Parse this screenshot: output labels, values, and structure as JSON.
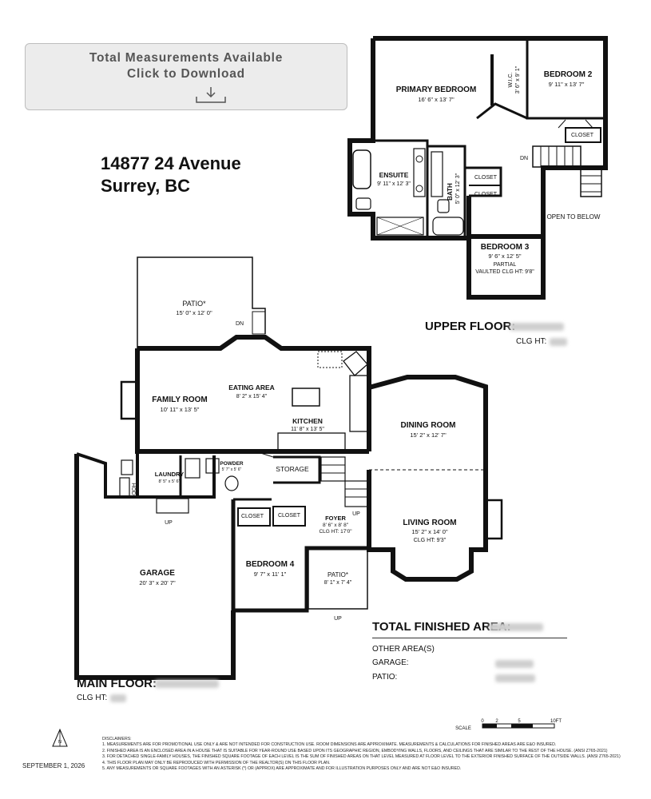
{
  "download": {
    "line1": "Total Measurements Available",
    "line2": "Click to Download",
    "icon": "download-icon"
  },
  "address": {
    "street": "14877 24 Avenue",
    "city": "Surrey, BC"
  },
  "rooms": {
    "primary_bedroom": {
      "name": "PRIMARY BEDROOM",
      "dims": "16' 6\" x 13' 7\""
    },
    "wic": {
      "name": "W.I.C.",
      "dims": "3' 6\" x 9' 1\""
    },
    "bedroom2": {
      "name": "BEDROOM 2",
      "dims": "9' 11\" x 13' 7\""
    },
    "ensuite": {
      "name": "ENSUITE",
      "dims": "9' 11\" x 12' 3\""
    },
    "bath": {
      "name": "BATH",
      "dims": "5' 0\" x 12' 3\""
    },
    "bedroom3": {
      "name": "BEDROOM 3",
      "dims": "9' 6\" x 12' 5\"",
      "note1": "PARTIAL",
      "note2": "VAULTED CLG HT: 9'8\""
    },
    "patio_upper": {
      "name": "PATIO*",
      "dims": "15' 0\" x 12' 0\""
    },
    "eating_area": {
      "name": "EATING AREA",
      "dims": "8' 2\" x 15' 4\""
    },
    "family_room": {
      "name": "FAMILY ROOM",
      "dims": "10' 11\" x 13' 5\""
    },
    "kitchen": {
      "name": "KITCHEN",
      "dims": "11' 8\" x 13' 5\""
    },
    "dining_room": {
      "name": "DINING ROOM",
      "dims": "15' 2\" x 12' 7\""
    },
    "laundry": {
      "name": "LAUNDRY",
      "dims": "8' 5\" x 5' 6\""
    },
    "powder": {
      "name": "POWDER",
      "dims": "5' 7\" x 5' 6\""
    },
    "storage": {
      "name": "STORAGE"
    },
    "foyer": {
      "name": "FOYER",
      "dims": "8' 6\" x 8' 8\"",
      "clg": "CLG HT: 17'0\""
    },
    "living_room": {
      "name": "LIVING ROOM",
      "dims": "15' 2\" x 14' 0\"",
      "clg": "CLG HT: 9'3\""
    },
    "garage": {
      "name": "GARAGE",
      "dims": "20' 3\" x 20' 7\""
    },
    "bedroom4": {
      "name": "BEDROOM 4",
      "dims": "9' 7\" x 11' 1\""
    },
    "patio_front": {
      "name": "PATIO*",
      "dims": "8' 1\" x 7' 4\""
    }
  },
  "labels": {
    "closet": "CLOSET",
    "dn": "DN",
    "up": "UP",
    "open_to_below": "OPEN TO BELOW",
    "hod": "HOD"
  },
  "upper_floor": {
    "title": "UPPER FLOOR:",
    "clg": "CLG HT:"
  },
  "main_floor": {
    "title": "MAIN FLOOR:",
    "clg": "CLG HT:"
  },
  "totals": {
    "title": "TOTAL FINISHED AREA:",
    "other": "OTHER AREA(S)",
    "garage": "GARAGE:",
    "patio": "PATIO:"
  },
  "scale": {
    "label": "SCALE",
    "t0": "0",
    "t2": "2",
    "t5": "5",
    "t10": "10FT"
  },
  "north": "N",
  "date": "SEPTEMBER 1, 2026",
  "disclaimers": {
    "title": "DISCLAIMERS:",
    "d1": "1. MEASUREMENTS ARE FOR PROMOTIONAL USE ONLY & ARE NOT INTENDED FOR CONSTRUCTION USE. ROOM DIMENSIONS ARE APPROXIMATE. MEASUREMENTS & CALCULATIONS FOR FINISHED AREAS ARE E&O INSURED.",
    "d2": "2. FINISHED AREA IS AN ENCLOSED AREA IN A HOUSE THAT IS SUITABLE FOR YEAR-ROUND USE BASED UPON ITS GEOGRAPHIC REGION, EMBODYING WALLS, FLOORS, AND CEILINGS THAT ARE SIMILAR TO THE REST OF THE HOUSE. (ANSI Z765-2021)",
    "d3": "3. FOR DETACHED SINGLE-FAMILY HOUSES, THE FINISHED SQUARE FOOTAGE OF EACH LEVEL IS THE SUM OF FINISHED AREAS ON THAT LEVEL MEASURED AT FLOOR LEVEL TO THE EXTERIOR FINISHED SURFACE OF THE OUTSIDE WALLS. (ANSI Z765-2021)",
    "d4": "4. THIS FLOOR PLAN MAY ONLY BE REPRODUCED WITH PERMISSION OF THE REALTOR(S) ON THIS FLOOR PLAN.",
    "d5": "5. ANY MEASUREMENTS OR SQUARE FOOTAGES WITH AN ASTERISK (*) OR (APPROX) ARE APPROXIMATE AND FOR ILLUSTRATION PURPOSES ONLY AND ARE NOT E&O INSURED."
  }
}
